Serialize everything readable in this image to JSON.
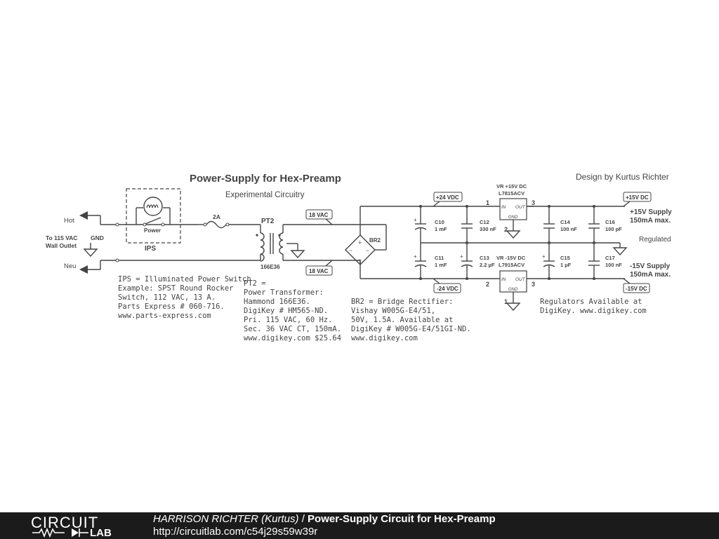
{
  "diagram": {
    "title": "Power-Supply for Hex-Preamp",
    "subtitle": "Experimental Circuitry",
    "credit": "Design by Kurtus Richter",
    "labels": {
      "hot": "Hot",
      "neu": "Neu",
      "gnd": "GND",
      "outlet_1": "To 115 VAC",
      "outlet_2": "Wall Outlet",
      "power": "Power",
      "ips": "IPS",
      "fuse": "2A",
      "pt2": "PT2",
      "pt2_part": "166E36",
      "br2": "BR2",
      "vr_pos_1": "VR +15V DC",
      "vr_pos_2": "L7815ACV",
      "vr_neg_1": "VR -15V DC",
      "vr_neg_2": "L7915ACV",
      "pin_in": "IN",
      "pin_out": "OUT",
      "pin_gnd": "GND",
      "pin1": "1",
      "pin2": "2",
      "pin3": "3",
      "supply_pos_1": "+15V Supply",
      "supply_pos_2": "150mA max.",
      "supply_neg_1": "-15V Supply",
      "supply_neg_2": "150mA max.",
      "regulated": "Regulated"
    },
    "tags": {
      "vac_top": "18 VAC",
      "vac_bot": "18 VAC",
      "vdc_pos24": "+24 VDC",
      "vdc_neg24": "-24 VDC",
      "vdc_pos15": "+15V DC",
      "vdc_neg15": "-15V DC"
    },
    "capacitors": [
      {
        "name": "C10",
        "value": "1 mF"
      },
      {
        "name": "C12",
        "value": "330 nF"
      },
      {
        "name": "C14",
        "value": "100 nF"
      },
      {
        "name": "C16",
        "value": "100 pF"
      },
      {
        "name": "C11",
        "value": "1 mF"
      },
      {
        "name": "C13",
        "value": "2.2 µF"
      },
      {
        "name": "C15",
        "value": "1 µF"
      },
      {
        "name": "C17",
        "value": "100 nF"
      }
    ],
    "notes": {
      "ips": "IPS = Illuminated Power Switch\nExample: SPST Round Rocker\nSwitch, 112 VAC, 13 A.\nParts Express # 060-716.\nwww.parts-express.com",
      "pt2": "PT2 =\nPower Transformer:\nHammond 166E36.\nDigiKey # HM565-ND.\nPri. 115 VAC, 60 Hz.\nSec. 36 VAC CT, 150mA.\nwww.digikey.com $25.64",
      "br2": "BR2 = Bridge Rectifier:\nVishay W005G-E4/51,\n50V, 1.5A. Available at\nDigiKey # W005G-E4/51GI-ND.\nwww.digikey.com",
      "regulators": "Regulators Available at\nDigiKey. www.digikey.com"
    }
  },
  "footer": {
    "logo_top": "CIRCUIT",
    "logo_bottom": "LAB",
    "author": "HARRISON RICHTER (Kurtus)",
    "separator": " / ",
    "title": "Power-Supply Circuit for Hex-Preamp",
    "url": "http://circuitlab.com/c54j29s59w39r"
  }
}
